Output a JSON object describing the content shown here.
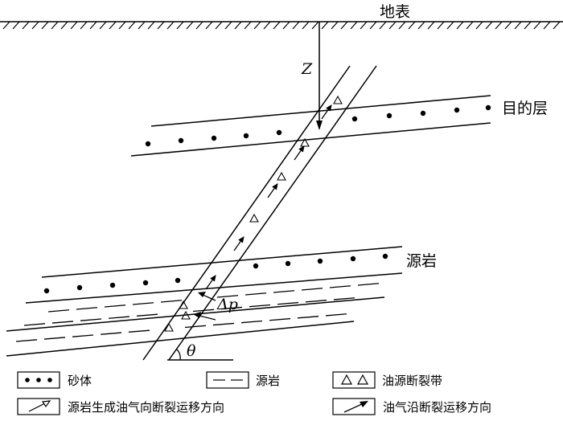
{
  "labels": {
    "surface": "地表",
    "target_layer": "目的层",
    "source_rock_layer": "源岩",
    "depth": "Z",
    "pressure_diff": "Δp",
    "angle": "θ"
  },
  "legend": {
    "sand_body": "砂体",
    "source_rock": "源岩",
    "fault_zone": "油源断裂带",
    "source_to_fault": "源岩生成油气向断裂运移方向",
    "along_fault": "油气沿断裂运移方向"
  },
  "colors": {
    "ink": "#000000",
    "background": "#ffffff"
  }
}
